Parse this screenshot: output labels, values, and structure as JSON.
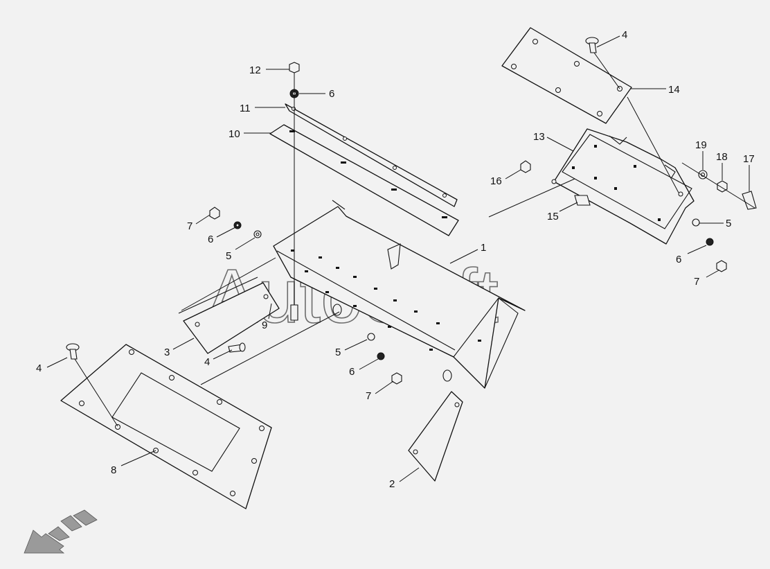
{
  "watermark": "AutoSoft",
  "callouts": {
    "c1": "1",
    "c2": "2",
    "c3": "3",
    "c4a": "4",
    "c4b": "4",
    "c4c": "4",
    "c5a": "5",
    "c5b": "5",
    "c5c": "5",
    "c6a": "6",
    "c6b": "6",
    "c6c": "6",
    "c6d": "6",
    "c7a": "7",
    "c7b": "7",
    "c7c": "7",
    "c8": "8",
    "c9": "9",
    "c10": "10",
    "c11": "11",
    "c12": "12",
    "c13": "13",
    "c14": "14",
    "c15": "15",
    "c16": "16",
    "c17": "17",
    "c18": "18",
    "c19": "19"
  },
  "icons": {
    "direction_arrow": "arrow-down-left-icon"
  }
}
